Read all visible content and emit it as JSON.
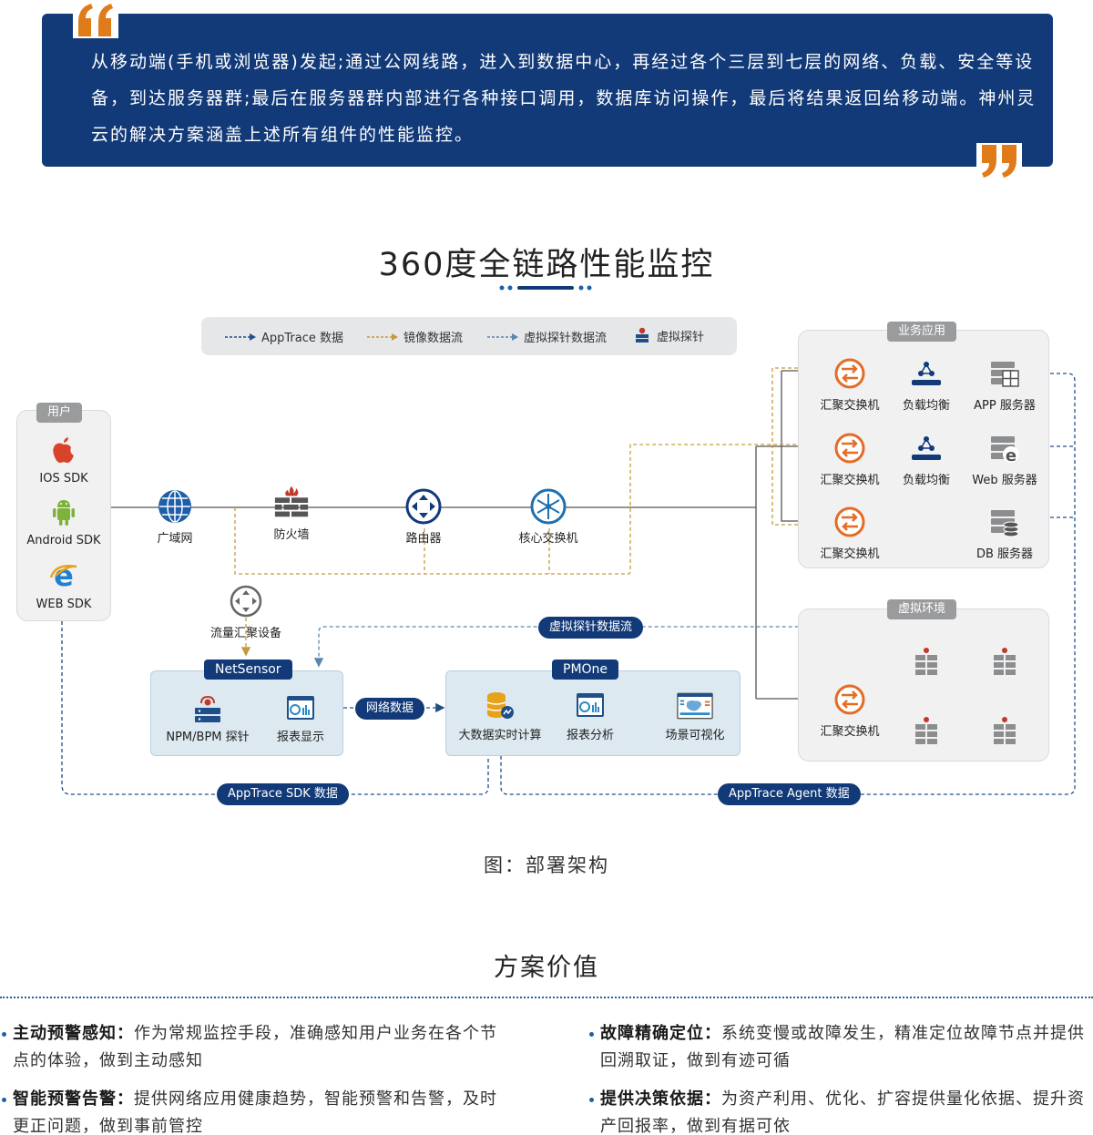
{
  "quote": {
    "text": "从移动端(手机或浏览器)发起;通过公网线路，进入到数据中心，再经过各个三层到七层的网络、负载、安全等设备，到达服务器群;最后在服务器群内部进行各种接口调用，数据库访问操作，最后将结果返回给移动端。神州灵云的解决方案涵盖上述所有组件的性能监控。"
  },
  "title": "360度全链路性能监控",
  "legend": [
    {
      "label": "AppTrace 数据",
      "color": "#1f4f8a",
      "icon": "navy-dashed-arrow"
    },
    {
      "label": "镜像数据流",
      "color": "#c69a3a",
      "icon": "gold-dashed-arrow"
    },
    {
      "label": "虚拟探针数据流",
      "color": "#5a86b0",
      "icon": "blue-dashed-arrow"
    },
    {
      "label": "虚拟探针",
      "color": "#c0392b",
      "icon": "virtual-probe-icon"
    }
  ],
  "user_panel": {
    "tag": "用户",
    "items": [
      {
        "label": "IOS SDK",
        "icon": "apple-icon"
      },
      {
        "label": "Android SDK",
        "icon": "android-icon"
      },
      {
        "label": "WEB SDK",
        "icon": "ie-browser-icon"
      }
    ]
  },
  "network": {
    "wan": "广域网",
    "firewall": "防火墙",
    "router": "路由器",
    "core_switch": "核心交换机",
    "traffic_aggregator": "流量汇聚设备"
  },
  "business_panel": {
    "tag": "业务应用",
    "rows": [
      {
        "switch": "汇聚交换机",
        "lb": "负载均衡",
        "server": "APP 服务器"
      },
      {
        "switch": "汇聚交换机",
        "lb": "负载均衡",
        "server": "Web 服务器"
      },
      {
        "switch": "汇聚交换机",
        "lb": "",
        "server": "DB 服务器"
      }
    ]
  },
  "virtual_panel": {
    "tag": "虚拟环境",
    "switch": "汇聚交换机"
  },
  "netsensor": {
    "tag": "NetSensor",
    "probe": "NPM/BPM 探针",
    "report": "报表显示"
  },
  "pmone": {
    "tag": "PMOne",
    "compute": "大数据实时计算",
    "analysis": "报表分析",
    "visual": "场景可视化"
  },
  "flows": {
    "virtual_probe_flow": "虚拟探针数据流",
    "network_data": "网络数据",
    "apptrace_sdk": "AppTrace SDK 数据",
    "apptrace_agent": "AppTrace Agent 数据"
  },
  "caption": "图：部署架构",
  "values_title": "方案价值",
  "values": [
    {
      "title": "主动预警感知：",
      "text": "作为常规监控手段，准确感知用户业务在各个节点的体验，做到主动感知"
    },
    {
      "title": "故障精确定位：",
      "text": "系统变慢或故障发生，精准定位故障节点并提供回溯取证，做到有迹可循"
    },
    {
      "title": "智能预警告警：",
      "text": "提供网络应用健康趋势，智能预警和告警，及时更正问题，做到事前管控"
    },
    {
      "title": "提供决策依据：",
      "text": "为资产利用、优化、扩容提供量化依据、提升资产回报率，做到有据可依"
    }
  ],
  "colors": {
    "navy": "#123a78",
    "gold": "#c69a3a",
    "switch_orange": "#e36c26"
  }
}
